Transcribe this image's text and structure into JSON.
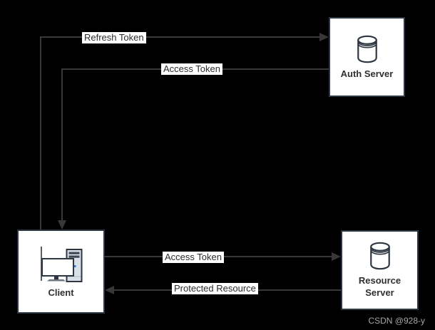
{
  "colors": {
    "background": "#000000",
    "connector": "#383838",
    "node_fill": "#ffffff",
    "node_border": "#2e3642",
    "node_text": "#2f2f2f",
    "edge_label_bg": "#ffffff",
    "edge_label_text": "#2b2b2b",
    "watermark_text": "#a8a8ad",
    "icon_stroke": "#2e3642",
    "tower_fill": "#d9e0e8",
    "tower_stripe": "#3d4654",
    "power_led": "#3f7ad1"
  },
  "nodes": {
    "auth_server": {
      "label": "Auth Server",
      "icon": "database-icon"
    },
    "client": {
      "label": "Client",
      "icon": "computer-icon"
    },
    "resource_server": {
      "label": "Resource Server",
      "icon": "database-icon"
    }
  },
  "edges": [
    {
      "id": "refresh-token",
      "label": "Refresh Token",
      "from": "Client",
      "to": "Auth Server"
    },
    {
      "id": "access-token-to-client",
      "label": "Access Token",
      "from": "Auth Server",
      "to": "Client"
    },
    {
      "id": "access-token-to-resource",
      "label": "Access Token",
      "from": "Client",
      "to": "Resource Server"
    },
    {
      "id": "protected-resource",
      "label": "Protected Resource",
      "from": "Resource Server",
      "to": "Client"
    }
  ],
  "watermark": "CSDN @928-y"
}
